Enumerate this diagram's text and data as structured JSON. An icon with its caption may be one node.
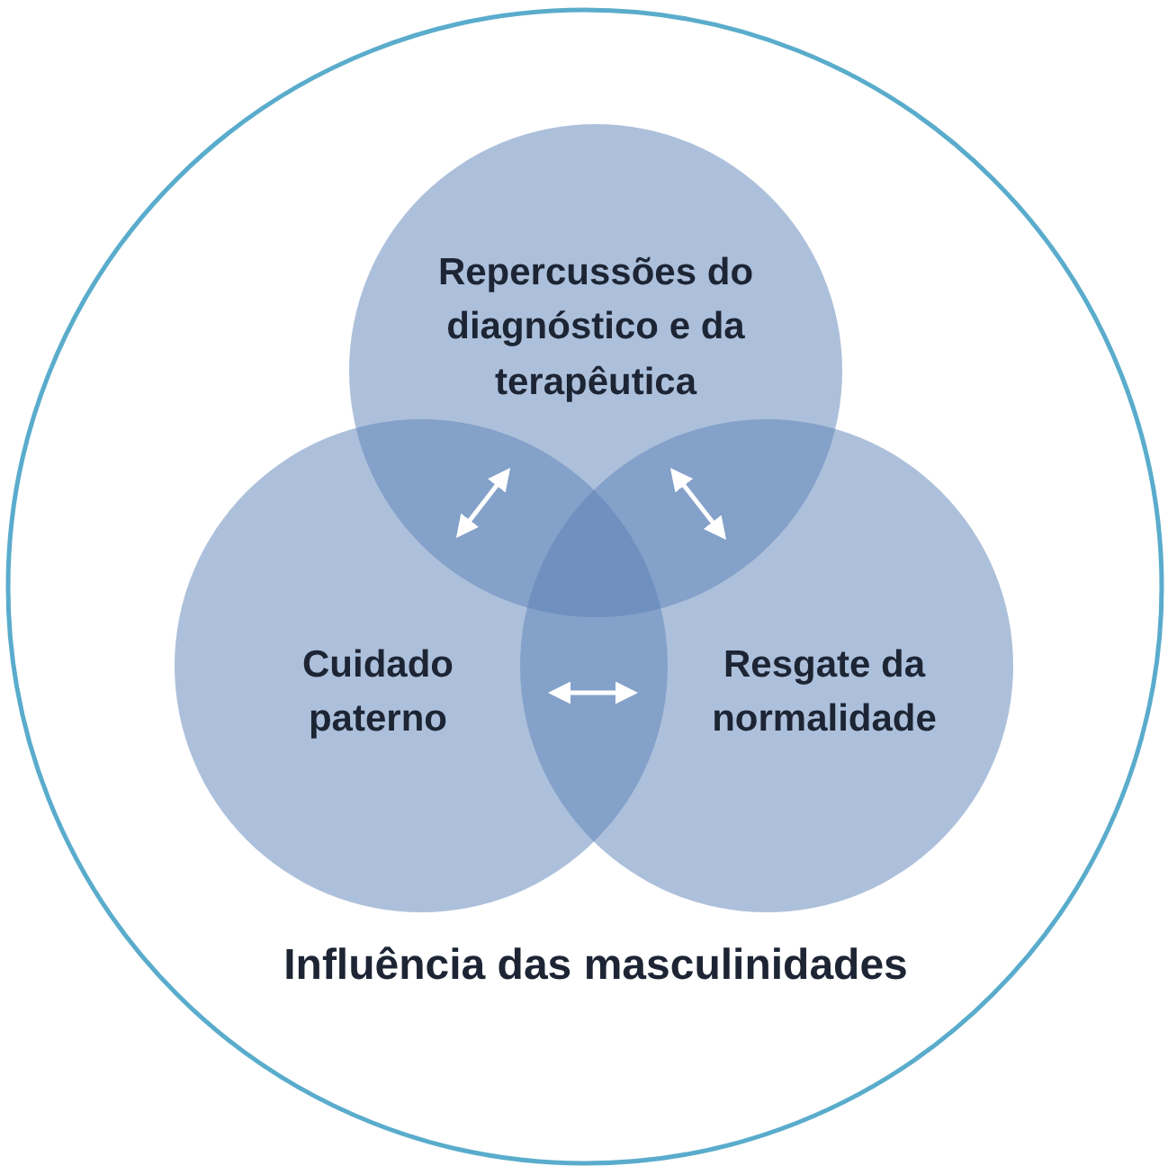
{
  "diagram": {
    "nodes": [
      {
        "text": [
          "Influência das masculinidades"
        ]
      },
      {
        "text": [
          "Repercussões do diagnóstico e da terapêutica"
        ],
        "in": 0
      },
      {
        "text": [
          "Cuidado paterno"
        ],
        "in": 0
      },
      {
        "text": [
          "Resgate da normalidade"
        ],
        "in": 0
      }
    ],
    "edges": [
      {
        "from": 1,
        "to": 2,
        "arrow": "both"
      },
      {
        "from": 1,
        "to": 3,
        "arrow": "both"
      },
      {
        "from": 2,
        "to": 3,
        "arrow": "both"
      }
    ]
  }
}
